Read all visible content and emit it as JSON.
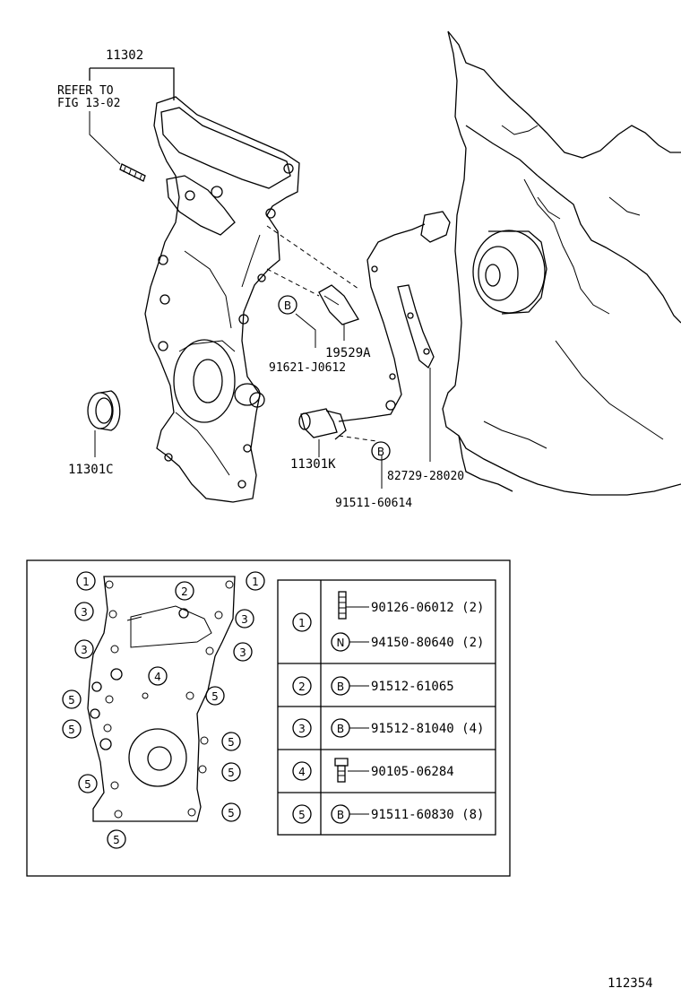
{
  "labels": {
    "assembly": "11302",
    "refer_line1": "REFER TO",
    "refer_line2": "FIG 13-02",
    "bracket": "19529A",
    "bolt_b": "91621-J0612",
    "seal": "11301C",
    "sensor": "11301K",
    "clamp": "82729-28020",
    "sensor_bolt": "91511-60614",
    "figure_id": "112354"
  },
  "markers": {
    "b": "B",
    "n": "N"
  },
  "legend": [
    {
      "num": "1",
      "parts": [
        {
          "marker": "",
          "code": "90126-06012 (2)"
        },
        {
          "marker": "N",
          "code": "94150-80640 (2)"
        }
      ]
    },
    {
      "num": "2",
      "parts": [
        {
          "marker": "B",
          "code": "91512-61065"
        }
      ]
    },
    {
      "num": "3",
      "parts": [
        {
          "marker": "B",
          "code": "91512-81040 (4)"
        }
      ]
    },
    {
      "num": "4",
      "parts": [
        {
          "marker": "",
          "code": "90105-06284"
        }
      ]
    },
    {
      "num": "5",
      "parts": [
        {
          "marker": "B",
          "code": "91511-60830 (8)"
        }
      ]
    }
  ],
  "callouts": {
    "c1": "1",
    "c2": "2",
    "c3": "3",
    "c4": "4",
    "c5": "5"
  }
}
